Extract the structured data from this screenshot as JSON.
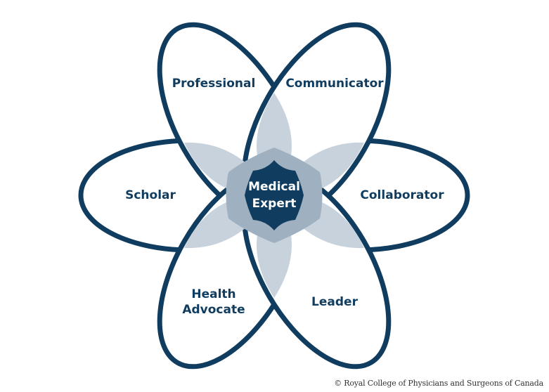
{
  "diagram": {
    "center": [
      "Medical",
      "Expert"
    ],
    "roles": {
      "professional": [
        "Professional"
      ],
      "communicator": [
        "Communicator"
      ],
      "collaborator": [
        "Collaborator"
      ],
      "leader": [
        "Leader"
      ],
      "health_advocate": [
        "Health",
        "Advocate"
      ],
      "scholar": [
        "Scholar"
      ]
    },
    "colors": {
      "outline": "#0f3c5f",
      "inner_petal": "#c8d2dc",
      "inner_overlap": "#9fb0c0",
      "center": "#0f3c5f"
    }
  },
  "copyright": "© Royal College of Physicians and Surgeons of Canada"
}
